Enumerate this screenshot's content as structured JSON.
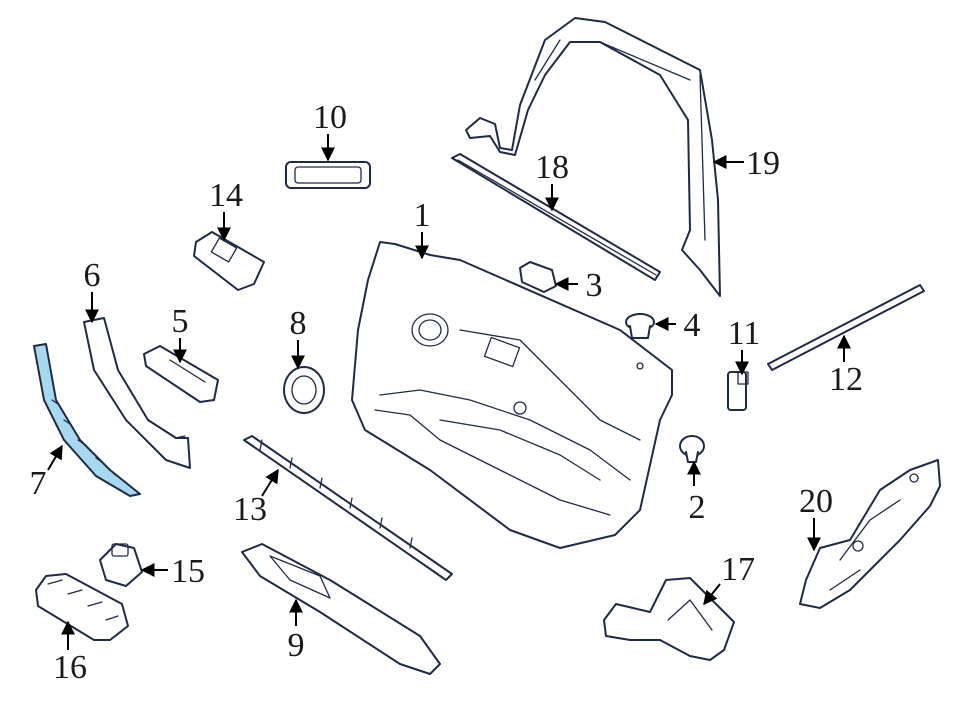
{
  "colors": {
    "line": "#1f2a44",
    "highlight": "#a8d8f0",
    "text": "#1a1a1a"
  },
  "callouts": [
    {
      "id": "1",
      "label": "1"
    },
    {
      "id": "2",
      "label": "2"
    },
    {
      "id": "3",
      "label": "3"
    },
    {
      "id": "4",
      "label": "4"
    },
    {
      "id": "5",
      "label": "5"
    },
    {
      "id": "6",
      "label": "6"
    },
    {
      "id": "7",
      "label": "7"
    },
    {
      "id": "8",
      "label": "8"
    },
    {
      "id": "9",
      "label": "9"
    },
    {
      "id": "10",
      "label": "10"
    },
    {
      "id": "11",
      "label": "11"
    },
    {
      "id": "12",
      "label": "12"
    },
    {
      "id": "13",
      "label": "13"
    },
    {
      "id": "14",
      "label": "14"
    },
    {
      "id": "15",
      "label": "15"
    },
    {
      "id": "16",
      "label": "16"
    },
    {
      "id": "17",
      "label": "17"
    },
    {
      "id": "18",
      "label": "18"
    },
    {
      "id": "19",
      "label": "19"
    },
    {
      "id": "20",
      "label": "20"
    }
  ],
  "highlighted_part": "7"
}
